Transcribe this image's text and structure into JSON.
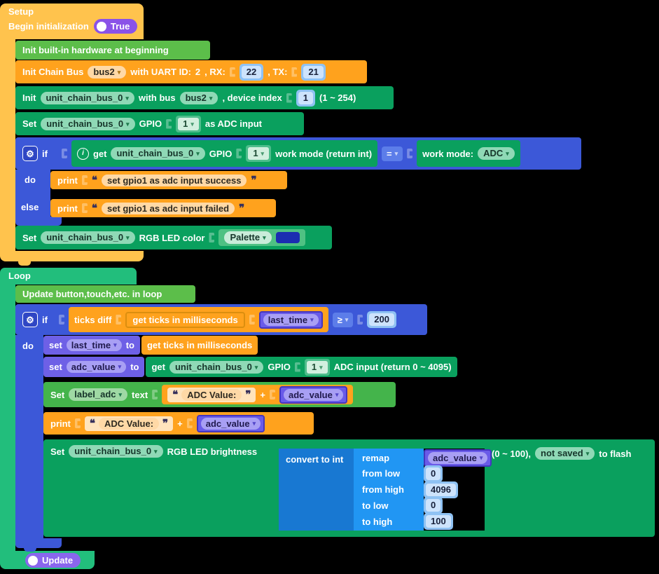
{
  "colors": {
    "canvas": "#000000",
    "setup_block": "#FFC34D",
    "loop_block": "#22BE7C",
    "event_green": "#5CBE4A",
    "unit_green": "#0AA05E",
    "ui_green": "#44B44B",
    "orange": "#FFA21D",
    "logic_blue": "#3C58D8",
    "convert_blue": "#1878D2",
    "remap_blue": "#2196F3",
    "variable_purple": "#6E60E6",
    "toggle_purple": "#8A52E8",
    "color_swatch": "#1B2DB1"
  },
  "glyphs": {
    "gear": "⚙",
    "info": "i",
    "dd": "▾",
    "qo": "❝",
    "qc": "❞",
    "plus": "+"
  },
  "setup": {
    "title": "Setup",
    "begin": {
      "label": "Begin initialization",
      "toggle": "True"
    },
    "init_hw": "Init built-in hardware at beginning",
    "chain_bus": {
      "p1": "Init Chain Bus",
      "bus": "bus2",
      "p2": "with UART ID:",
      "uart_id": "2",
      "p3": ", RX:",
      "rx": "22",
      "p4": ", TX:",
      "tx": "21"
    },
    "init_unit": {
      "p1": "Init",
      "unit": "unit_chain_bus_0",
      "p2": "with bus",
      "bus": "bus2",
      "p3": ", device index",
      "index": "1",
      "p4": "(1 ~ 254)"
    },
    "set_mode": {
      "p1": "Set",
      "unit": "unit_chain_bus_0",
      "p2": "GPIO",
      "gpio": "1",
      "p3": "as ADC input"
    },
    "if1": {
      "kw": "if",
      "cond": {
        "p1": "get",
        "unit": "unit_chain_bus_0",
        "p2": "GPIO",
        "gpio": "1",
        "p3": "work mode (return int)"
      },
      "op": "=",
      "cmp": {
        "p1": "work mode:",
        "mode": "ADC"
      },
      "do_kw": "do",
      "print_kw": "print",
      "msg_success": "set gpio1 as adc input success",
      "else_kw": "else",
      "msg_failed": "set gpio1 as adc input failed"
    },
    "set_color": {
      "p1": "Set",
      "unit": "unit_chain_bus_0",
      "p2": "RGB LED color",
      "palette": "Palette"
    }
  },
  "loop": {
    "title": "Loop",
    "update_hw": "Update button,touch,etc. in loop",
    "if2": {
      "kw": "if",
      "ticks": "ticks diff",
      "get_ticks": "get ticks in milliseconds",
      "var": "last_time",
      "op": "≥",
      "threshold": "200",
      "do_kw": "do"
    },
    "set_last": {
      "kw": "set",
      "var": "last_time",
      "to": "to",
      "value": "get ticks in milliseconds"
    },
    "set_adc": {
      "kw": "set",
      "var": "adc_value",
      "to": "to",
      "get": {
        "p1": "get",
        "unit": "unit_chain_bus_0",
        "p2": "GPIO",
        "gpio": "1",
        "p3": "ADC input (return 0 ~ 4095)"
      }
    },
    "set_label": {
      "p1": "Set",
      "label": "label_adc",
      "p2": "text",
      "str": "ADC Value:",
      "var": "adc_value"
    },
    "print_adc": {
      "kw": "print",
      "str": "ADC Value:",
      "var": "adc_value"
    },
    "brightness": {
      "p1": "Set",
      "unit": "unit_chain_bus_0",
      "p2": "RGB LED brightness",
      "convert": "convert to int",
      "remap": "remap",
      "var": "adc_value",
      "params": [
        {
          "label": "from low",
          "value": "0"
        },
        {
          "label": "from high",
          "value": "4096"
        },
        {
          "label": "to low",
          "value": "0"
        },
        {
          "label": "to high",
          "value": "100"
        }
      ],
      "range": "(0 ~ 100),",
      "saved": "not saved",
      "flash": "to flash"
    },
    "update_toggle": "Update"
  }
}
